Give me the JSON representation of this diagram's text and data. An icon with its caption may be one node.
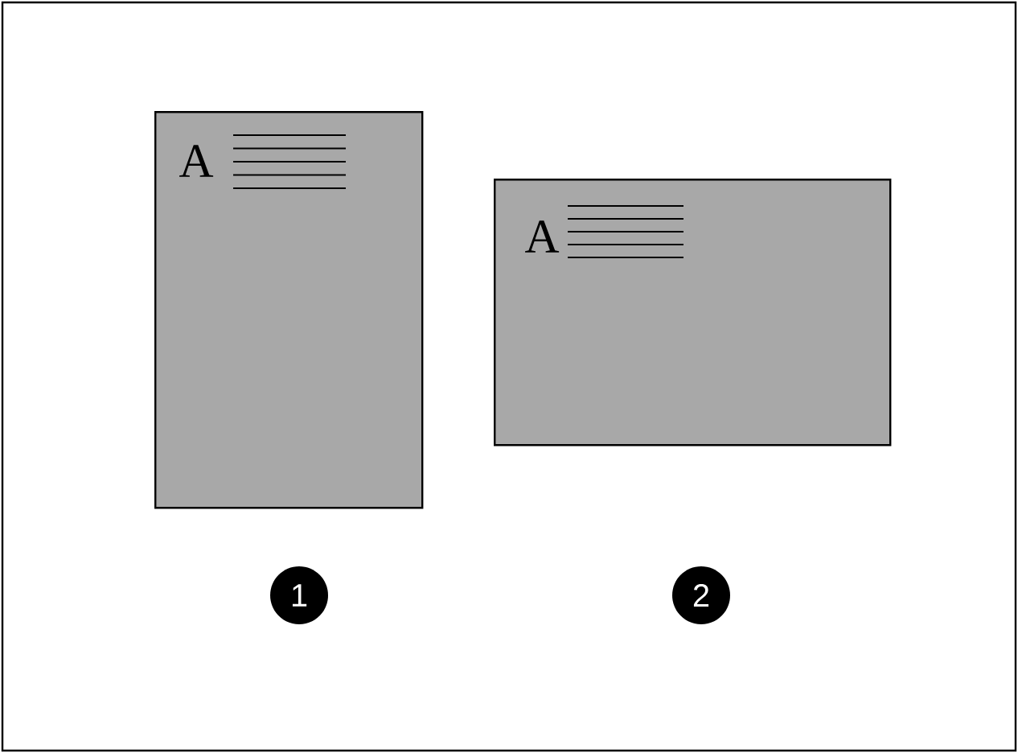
{
  "diagram": {
    "nodes": [
      {
        "text": [
          "A"
        ]
      },
      {
        "text": [
          "A"
        ]
      },
      {
        "text": [
          "1"
        ]
      },
      {
        "text": [
          "2"
        ]
      }
    ]
  }
}
